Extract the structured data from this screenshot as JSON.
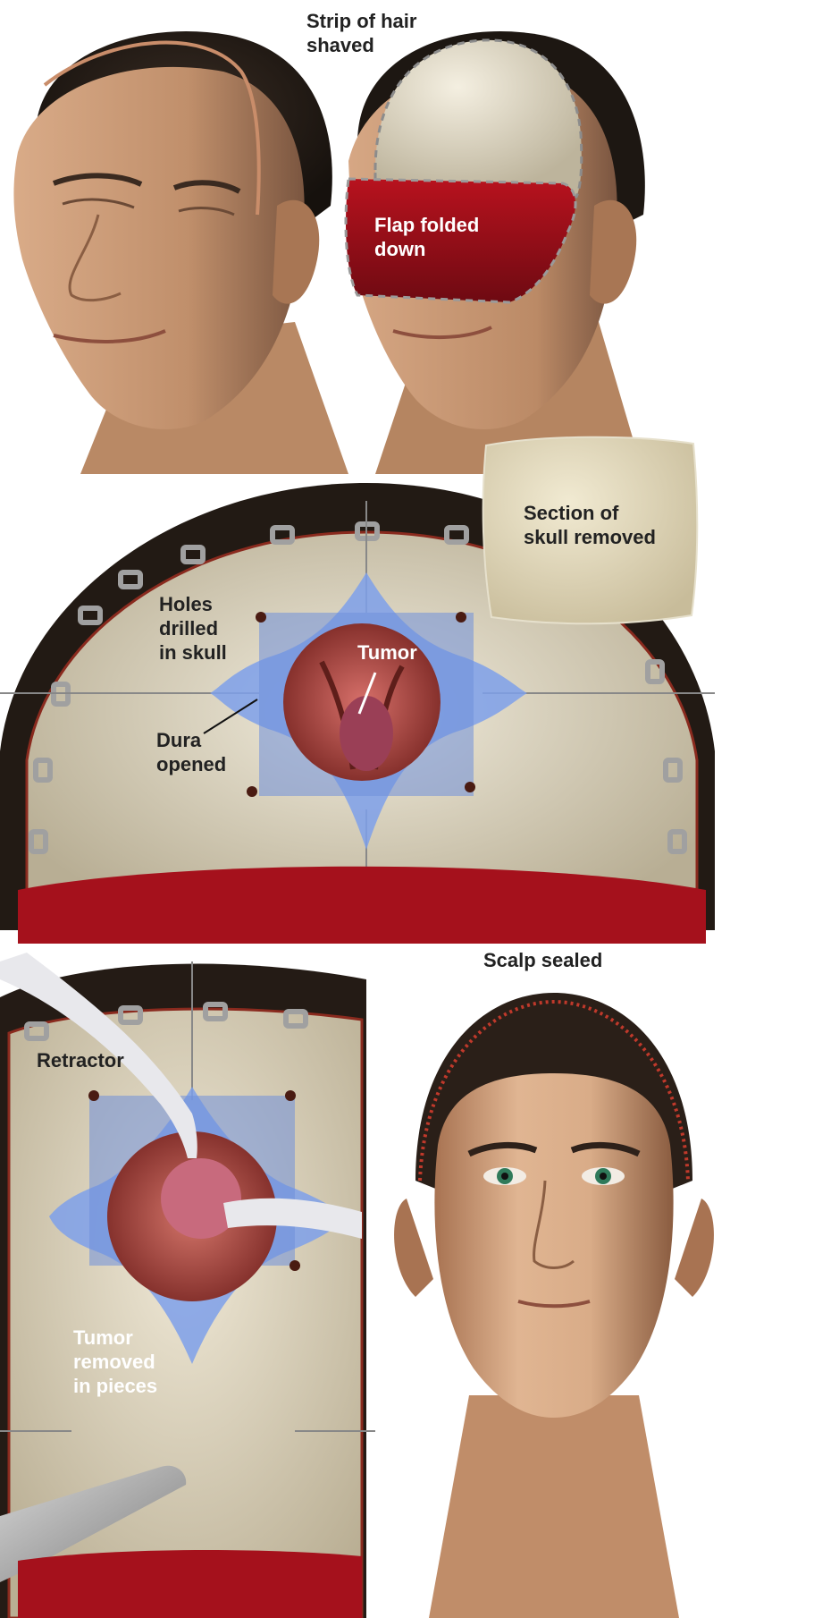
{
  "labels": {
    "strip_shaved": "Strip of hair\nshaved",
    "flap_folded": "Flap folded\ndown",
    "section_removed": "Section of\nskull removed",
    "holes_drilled": "Holes\ndrilled\nin skull",
    "tumor": "Tumor",
    "dura_opened": "Dura\nopened",
    "scalp_sealed": "Scalp sealed",
    "retractor": "Retractor",
    "tumor_removed": "Tumor\nremoved\nin pieces"
  },
  "colors": {
    "skin": "#c99a78",
    "hair": "#2a211b",
    "skull": "#e6e0cc",
    "flap_red": "#9c0f19",
    "dura_blue": "#7d9be6",
    "brain_pink": "#c5574f",
    "clip_gray": "#9a9a9a",
    "suture_red": "#c0392b"
  },
  "icons": [
    "head-profile-illustration",
    "head-flap-illustration",
    "skull-window-illustration",
    "bone-flap-illustration",
    "retractor-illustration",
    "sealed-face-illustration"
  ]
}
